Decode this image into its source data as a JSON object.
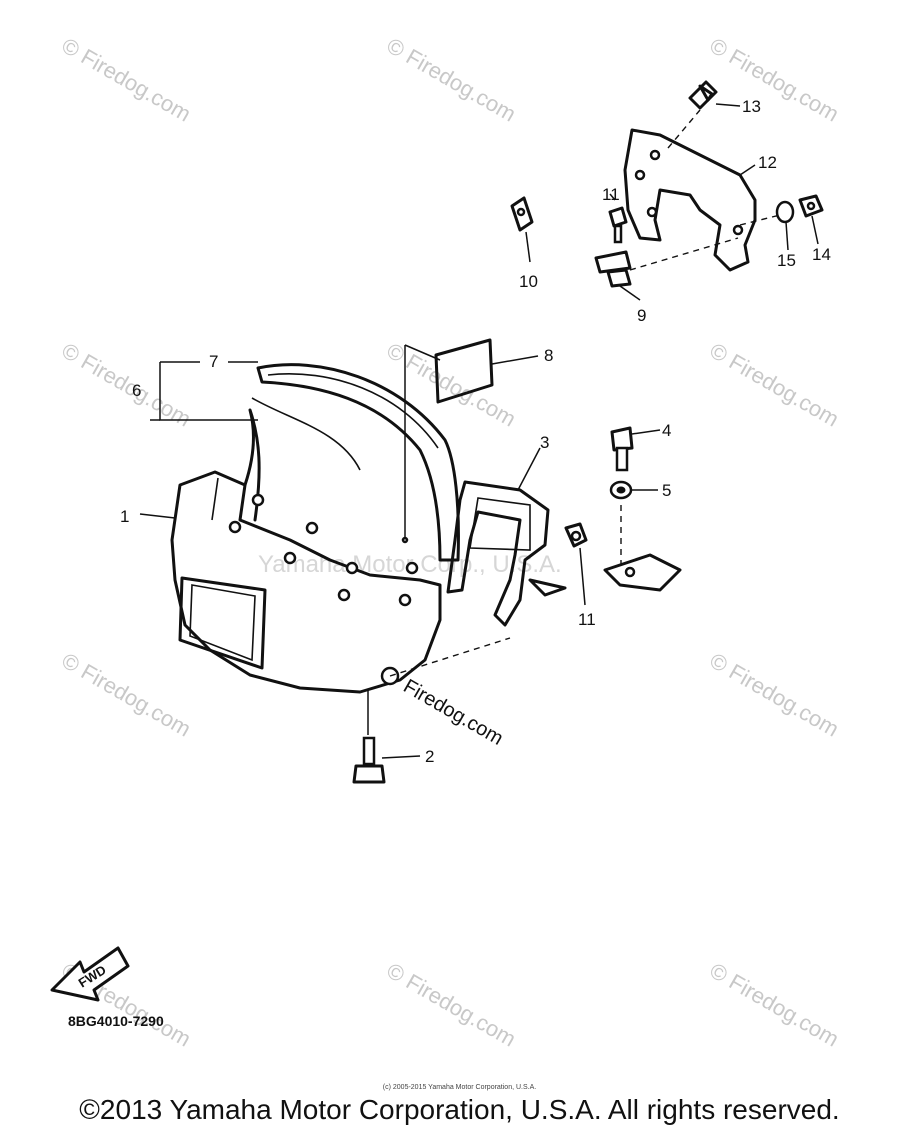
{
  "watermark": {
    "text": "© Firedog.com",
    "center_text": "Yamaha Motor Corp., U.S.A.",
    "inline_text": "Firedog.com"
  },
  "parts": [
    {
      "id": "1",
      "label": "1"
    },
    {
      "id": "2",
      "label": "2"
    },
    {
      "id": "3",
      "label": "3"
    },
    {
      "id": "4",
      "label": "4"
    },
    {
      "id": "5",
      "label": "5"
    },
    {
      "id": "6",
      "label": "6"
    },
    {
      "id": "7",
      "label": "7"
    },
    {
      "id": "8",
      "label": "8"
    },
    {
      "id": "9",
      "label": "9"
    },
    {
      "id": "10",
      "label": "10"
    },
    {
      "id": "11a",
      "label": "11"
    },
    {
      "id": "11b",
      "label": "11"
    },
    {
      "id": "12",
      "label": "12"
    },
    {
      "id": "13",
      "label": "13"
    },
    {
      "id": "14",
      "label": "14"
    },
    {
      "id": "15",
      "label": "15"
    }
  ],
  "fwd_badge": "FWD",
  "doc_code": "8BG4010-7290",
  "small_copyright": "(c) 2005-2015 Yamaha Motor Corporation, U.S.A.",
  "copyright": "©2013 Yamaha Motor Corporation, U.S.A. All rights reserved."
}
